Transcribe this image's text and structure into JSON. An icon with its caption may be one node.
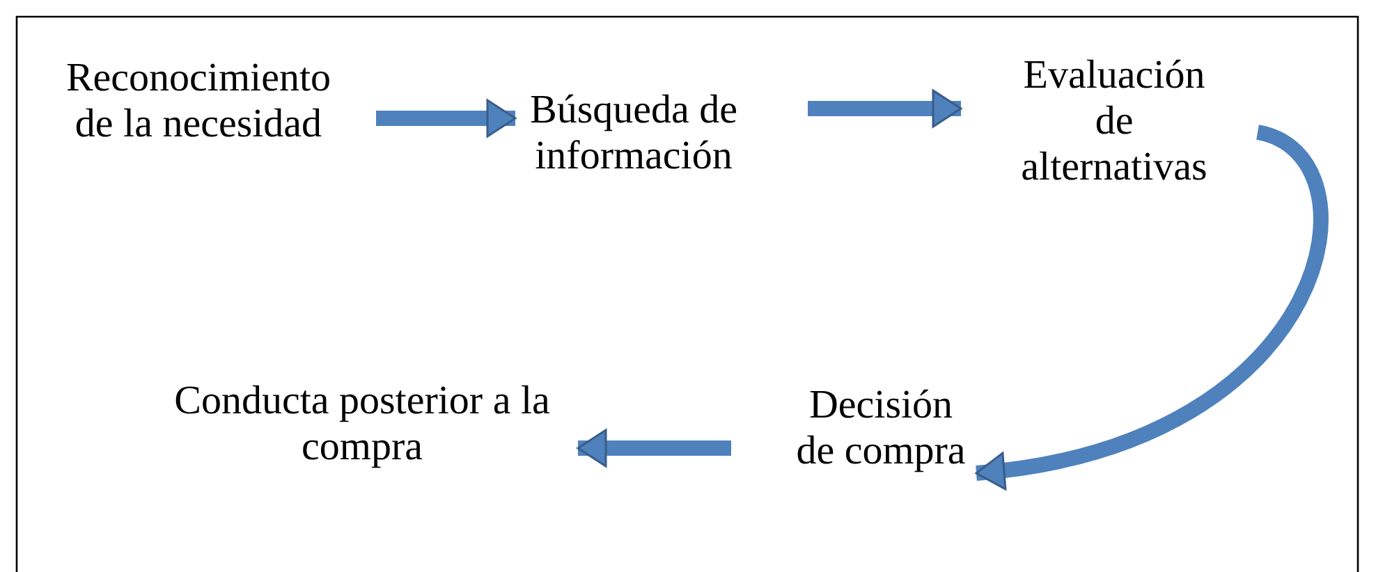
{
  "diagram": {
    "nodes": [
      {
        "text": [
          "Reconocimiento de la necesidad"
        ]
      },
      {
        "text": [
          "Búsqueda de información"
        ]
      },
      {
        "text": [
          "Evaluación de alternativas"
        ]
      },
      {
        "text": [
          "Decisión de compra"
        ]
      },
      {
        "text": [
          "Conducta posterior a la compra"
        ]
      }
    ],
    "edges": [
      {
        "from": 0,
        "to": 1,
        "arrow": "to"
      },
      {
        "from": 1,
        "to": 2,
        "arrow": "to"
      },
      {
        "from": 2,
        "to": 3,
        "arrow": "to"
      },
      {
        "from": 3,
        "to": 4,
        "arrow": "to"
      }
    ]
  }
}
